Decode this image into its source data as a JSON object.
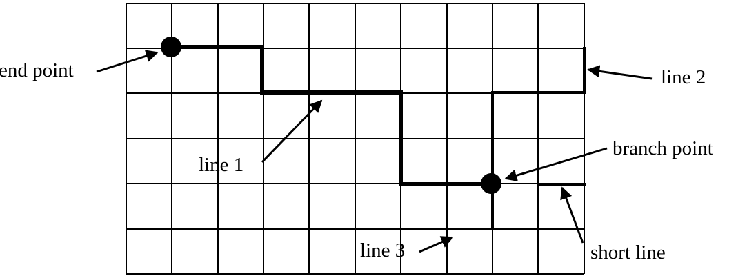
{
  "labels": {
    "end_point": "end point",
    "line_1": "line 1",
    "line_2": "line 2",
    "line_3": "line 3",
    "branch_point": "branch point",
    "short_line": "short line"
  },
  "grid": {
    "columns": 10,
    "rows": 6
  },
  "colors": {
    "ink": "#000000",
    "background": "#ffffff"
  }
}
